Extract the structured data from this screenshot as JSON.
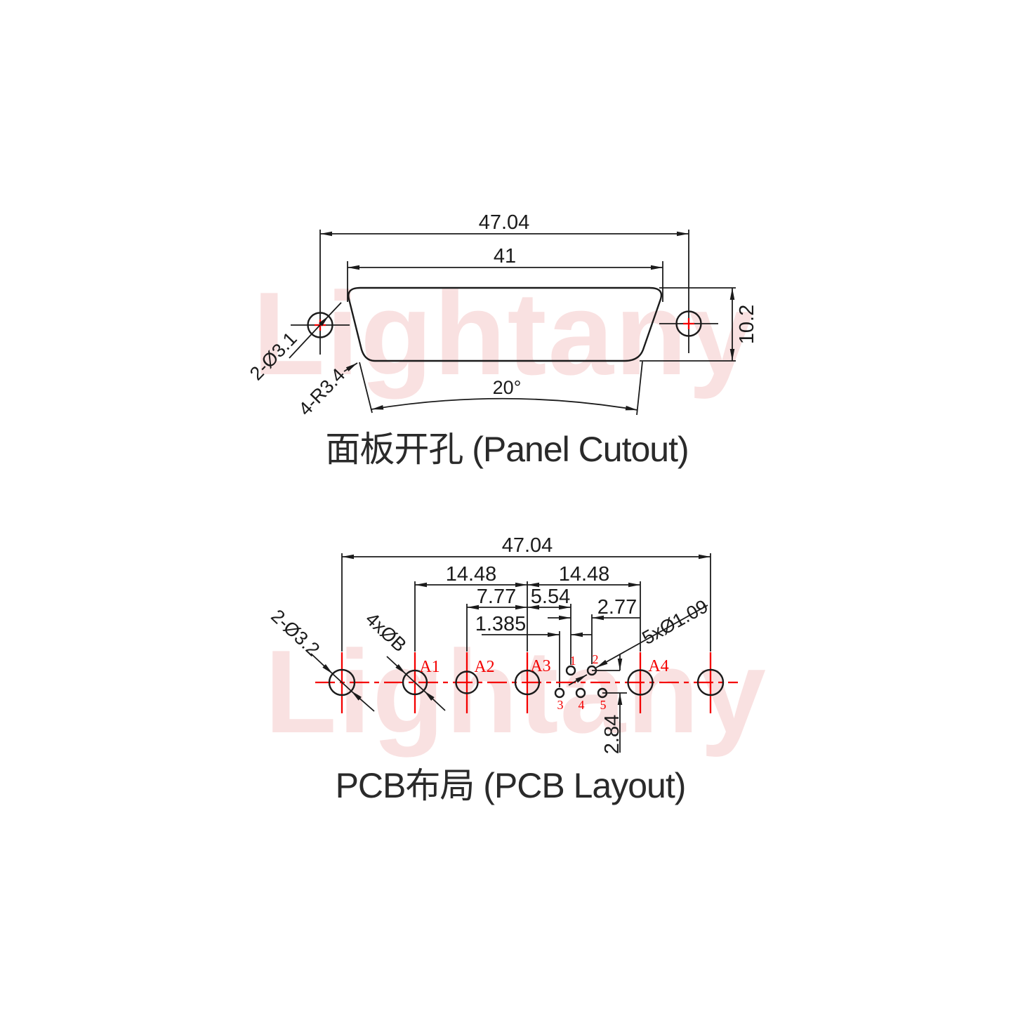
{
  "watermark": {
    "text": "Lightany"
  },
  "panel": {
    "title": "面板开孔 (Panel Cutout)",
    "dim_outer": "47.04",
    "dim_inner": "41",
    "dim_height": "10.2",
    "dim_angle": "20°",
    "callout_holes": "2-Ø3.1",
    "callout_radius": "4-R3.4"
  },
  "pcb": {
    "title": "PCB布局 (PCB Layout)",
    "dim_outer": "47.04",
    "dim_a1_a3": "14.48",
    "dim_a3_a4": "14.48",
    "dim_a2_a3": "7.77",
    "dim_a3_pin1": "5.54",
    "dim_pin_pitch": "2.77",
    "dim_row_offset": "1.385",
    "dim_row_pitch": "2.84",
    "callout_mount_holes": "2-Ø3.2",
    "callout_coax_holes": "4xØB",
    "callout_signal_holes": "5xØ1.09",
    "hole_labels": [
      "A1",
      "A2",
      "A3",
      "A4"
    ],
    "pin_labels": [
      "1",
      "2",
      "3",
      "4",
      "5"
    ]
  },
  "colors": {
    "line": "#1b1b1b",
    "accent_red": "#f40000",
    "watermark_pink": "#f8d7d7"
  }
}
